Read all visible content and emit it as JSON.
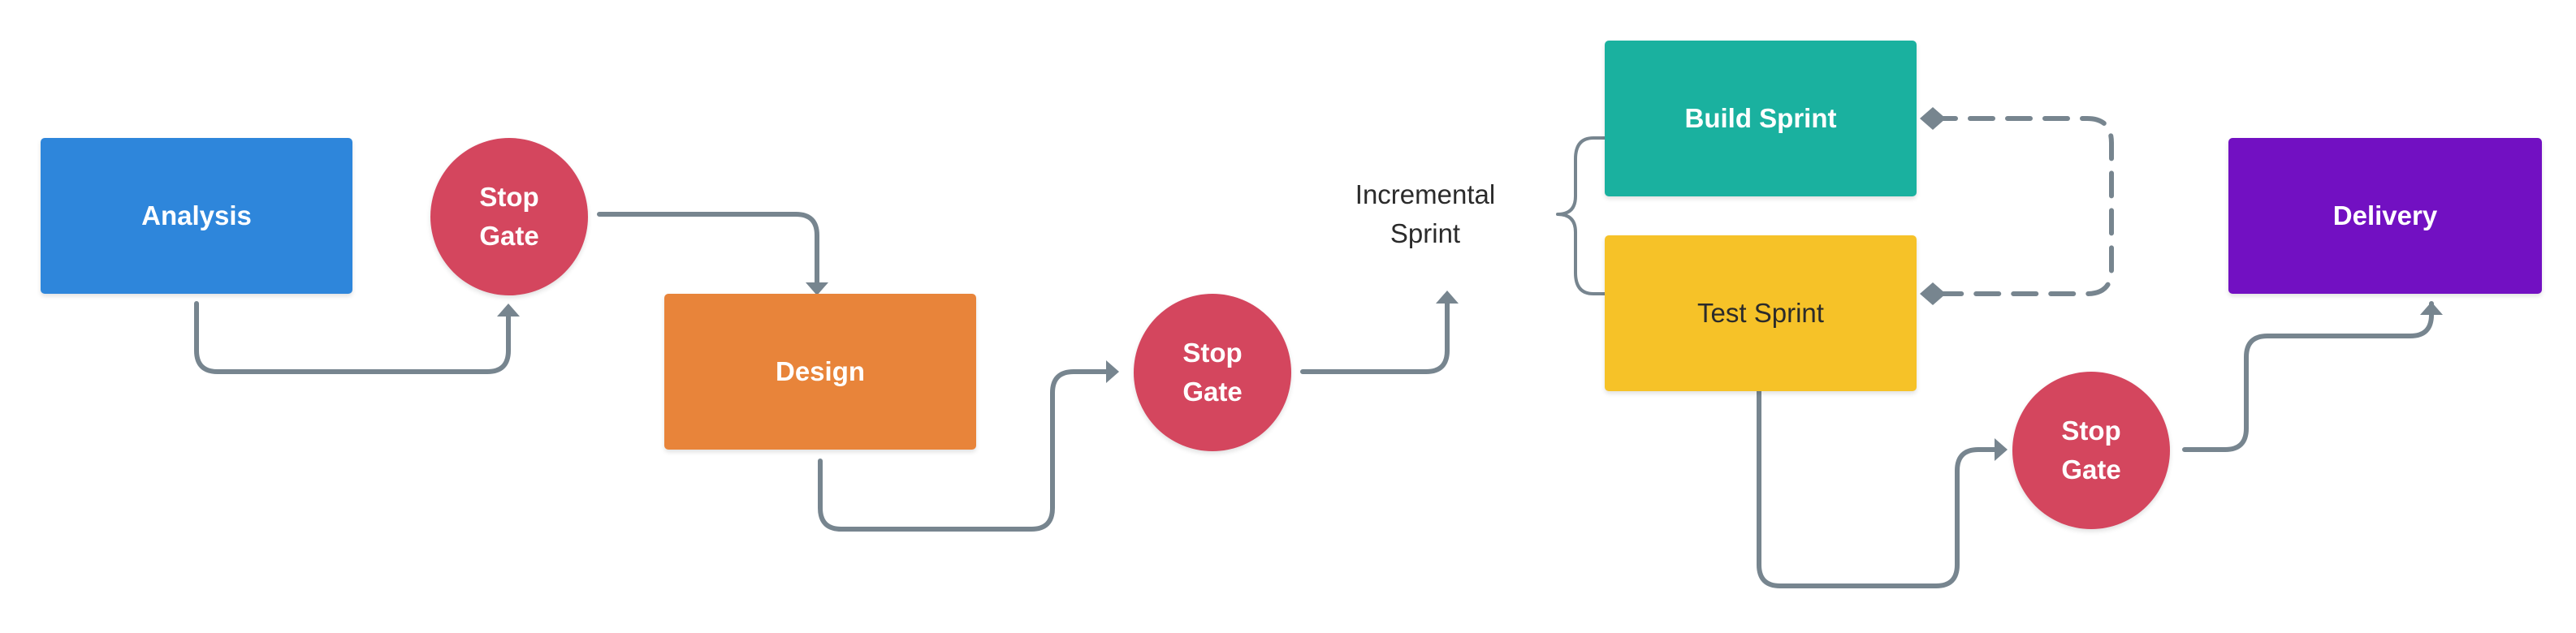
{
  "colors": {
    "analysis": "#2e86db",
    "stop_gate": "#d4465e",
    "design": "#e8843a",
    "build_sprint": "#1ab19f",
    "test_sprint": "#f6c228",
    "delivery": "#7210c2",
    "connector": "#77858f"
  },
  "nodes": {
    "analysis": "Analysis",
    "design": "Design",
    "build_sprint": "Build Sprint",
    "test_sprint": "Test Sprint",
    "delivery": "Delivery"
  },
  "gates": [
    {
      "line1": "Stop",
      "line2": "Gate"
    },
    {
      "line1": "Stop",
      "line2": "Gate"
    },
    {
      "line1": "Stop",
      "line2": "Gate"
    }
  ],
  "incremental": {
    "line1": "Incremental",
    "line2": "Sprint"
  }
}
